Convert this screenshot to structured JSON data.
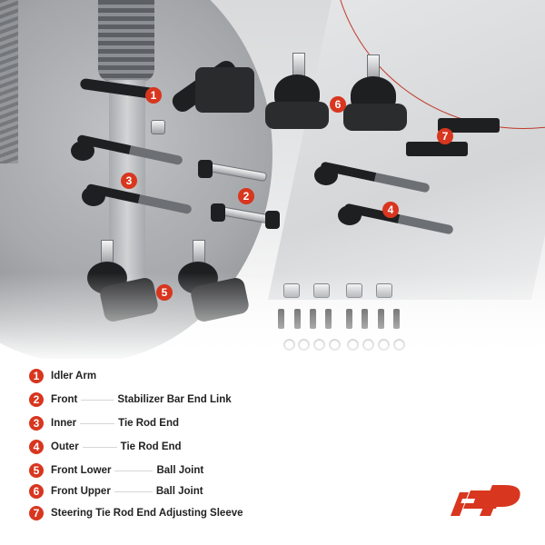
{
  "product_image": {
    "alt": "Front suspension kit parts shown against a vehicle wheel-well background",
    "callouts": [
      "1",
      "2",
      "3",
      "4",
      "5",
      "6",
      "7"
    ]
  },
  "legend": [
    {
      "num": "1",
      "prefix": "Idler Arm",
      "suffix": ""
    },
    {
      "num": "2",
      "prefix": "Front",
      "suffix": "Stabilizer Bar End Link"
    },
    {
      "num": "3",
      "prefix": "Inner",
      "suffix": "Tie Rod End"
    },
    {
      "num": "4",
      "prefix": "Outer",
      "suffix": "Tie Rod End"
    },
    {
      "num": "5",
      "prefix": "Front Lower",
      "suffix": "Ball Joint"
    },
    {
      "num": "6",
      "prefix": "Front Upper",
      "suffix": "Ball Joint"
    },
    {
      "num": "7",
      "prefix": "Steering Tie Rod End Adjusting Sleeve",
      "suffix": ""
    }
  ],
  "colors": {
    "accent": "#d8361f",
    "text": "#222222",
    "rule": "#d6d6d6"
  },
  "logo": {
    "name": "A-Premium logo"
  }
}
